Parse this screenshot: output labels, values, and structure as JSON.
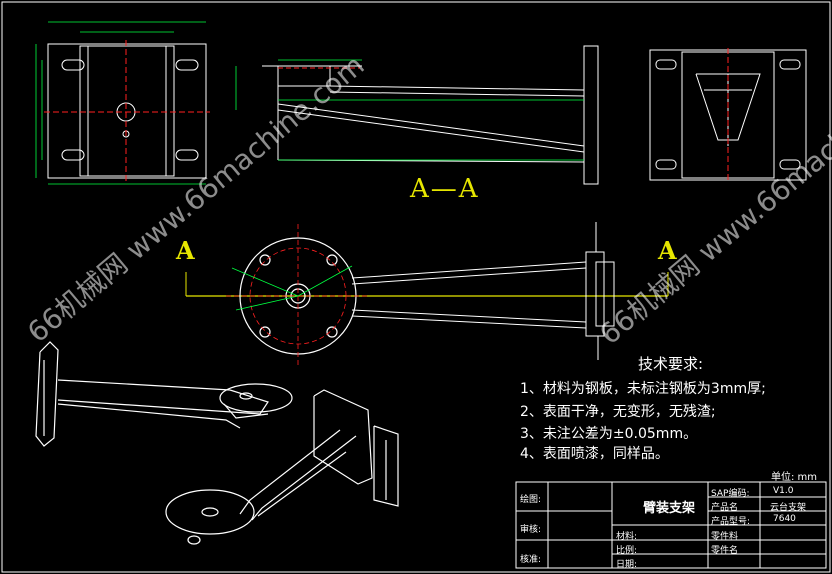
{
  "section_label": "A—A",
  "cut_marks": {
    "left": "A",
    "right": "A"
  },
  "tech": {
    "title": "技术要求:",
    "lines": [
      "1、材料为钢板，未标注钢板为3mm厚;",
      "2、表面干净，无变形，无残渣;",
      "3、未注公差为±0.05mm。",
      "4、表面喷漆，同样品。"
    ]
  },
  "unit": "单位: mm",
  "title_block": {
    "drawn": "绘图:",
    "review": "审核:",
    "approve": "核准:",
    "part_title": "臂装支架",
    "material": "材料:",
    "scale": "比例:",
    "date": "日期:",
    "sap_label": "SAP编码:",
    "sap_value": "V1.0",
    "product_label": "产品名",
    "product_value": "云台支架",
    "model_label": "产品型号:",
    "model_value": "7640",
    "part_material": "零件料",
    "part_name": "零件名"
  },
  "watermarks": [
    "66机械网 www.66machine.com",
    "66机械网 www.66machine.com"
  ],
  "colors": {
    "line": "#ffffff",
    "accent": "#e6e600",
    "dim": "#00ff40",
    "center": "#ff2020"
  }
}
